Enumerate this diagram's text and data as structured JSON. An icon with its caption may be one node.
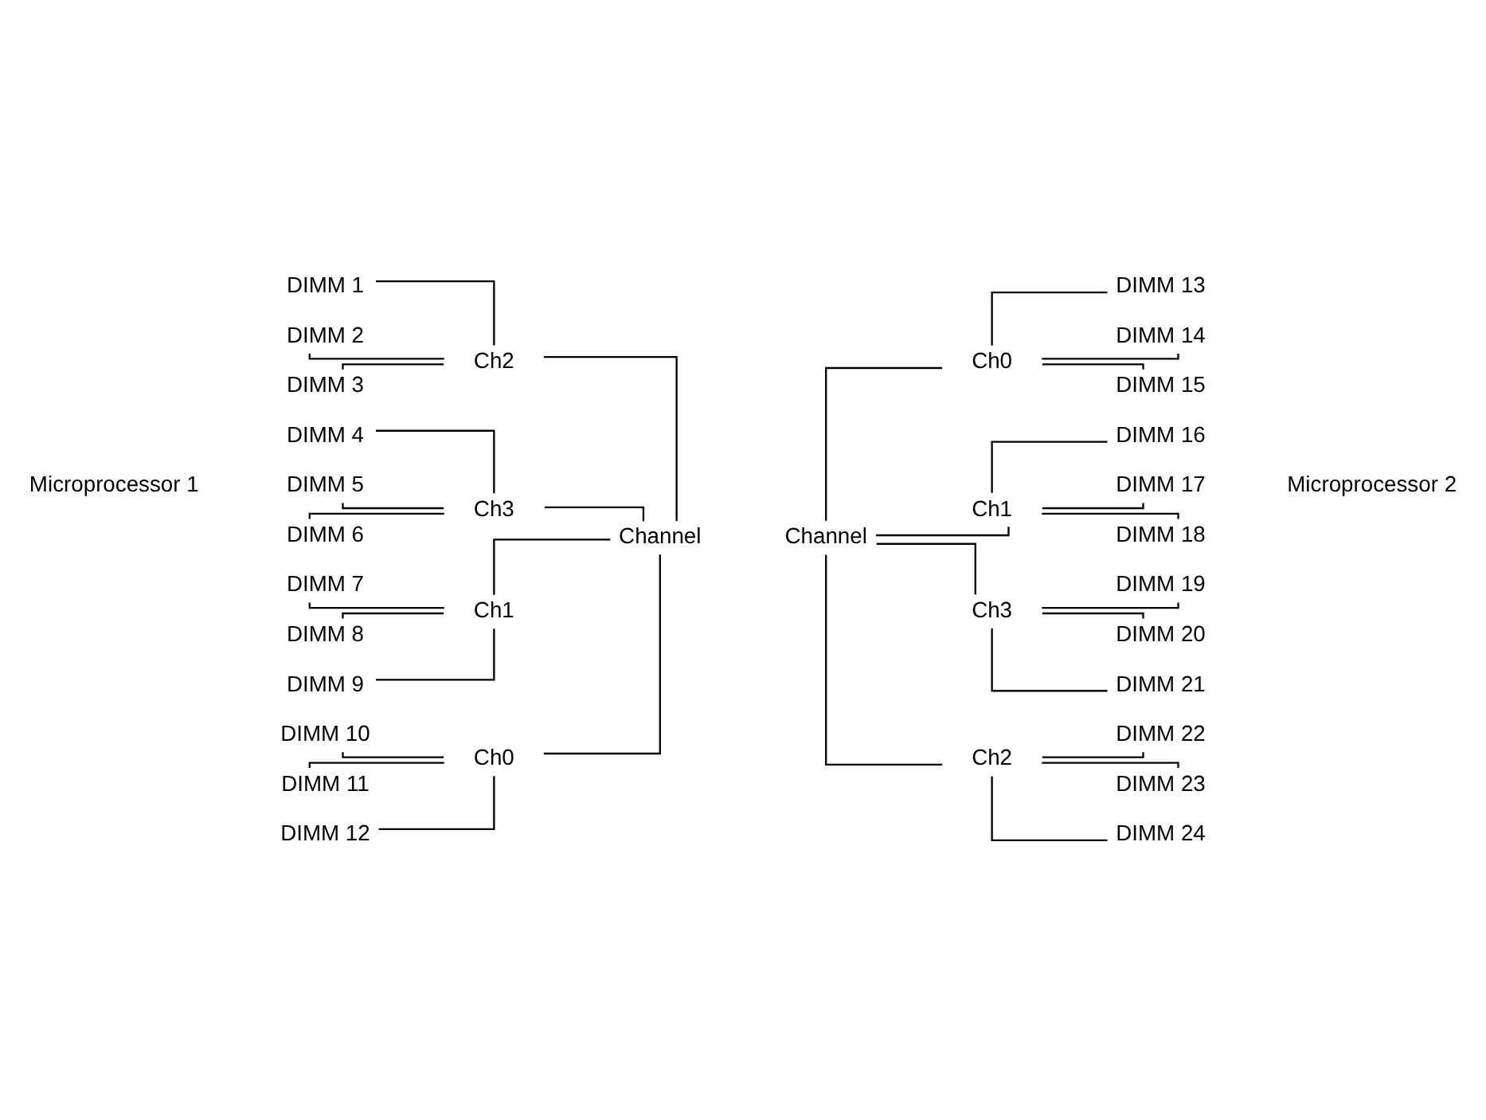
{
  "diagram": {
    "nodes": [
      {
        "text": [
          "Channel"
        ]
      },
      {
        "text": [
          "Ch2"
        ]
      },
      {
        "text": [
          "Ch3"
        ]
      },
      {
        "text": [
          "Ch1"
        ]
      },
      {
        "text": [
          "Ch0"
        ]
      },
      {
        "text": [
          "DIMM 1"
        ]
      },
      {
        "text": [
          "DIMM 2"
        ]
      },
      {
        "text": [
          "DIMM 3"
        ]
      },
      {
        "text": [
          "DIMM 4"
        ]
      },
      {
        "text": [
          "DIMM 5"
        ]
      },
      {
        "text": [
          "DIMM 6"
        ]
      },
      {
        "text": [
          "DIMM 7"
        ]
      },
      {
        "text": [
          "DIMM 8"
        ]
      },
      {
        "text": [
          "DIMM 9"
        ]
      },
      {
        "text": [
          "DIMM 10"
        ]
      },
      {
        "text": [
          "DIMM 11"
        ]
      },
      {
        "text": [
          "DIMM 12"
        ]
      },
      {
        "text": [
          "Channel"
        ]
      },
      {
        "text": [
          "Ch0"
        ]
      },
      {
        "text": [
          "Ch1"
        ]
      },
      {
        "text": [
          "Ch3"
        ]
      },
      {
        "text": [
          "Ch2"
        ]
      },
      {
        "text": [
          "DIMM 13"
        ]
      },
      {
        "text": [
          "DIMM 14"
        ]
      },
      {
        "text": [
          "DIMM 15"
        ]
      },
      {
        "text": [
          "DIMM 16"
        ]
      },
      {
        "text": [
          "DIMM 17"
        ]
      },
      {
        "text": [
          "DIMM 18"
        ]
      },
      {
        "text": [
          "DIMM 19"
        ]
      },
      {
        "text": [
          "DIMM 20"
        ]
      },
      {
        "text": [
          "DIMM 21"
        ]
      },
      {
        "text": [
          "DIMM 22"
        ]
      },
      {
        "text": [
          "DIMM 23"
        ]
      },
      {
        "text": [
          "DIMM 24"
        ]
      }
    ],
    "edges": [
      {
        "from": 5,
        "to": 1,
        "arrow": "none"
      },
      {
        "from": 6,
        "to": 1,
        "arrow": "none"
      },
      {
        "from": 7,
        "to": 1,
        "arrow": "none"
      },
      {
        "from": 8,
        "to": 2,
        "arrow": "none"
      },
      {
        "from": 9,
        "to": 2,
        "arrow": "none"
      },
      {
        "from": 10,
        "to": 2,
        "arrow": "none"
      },
      {
        "from": 11,
        "to": 3,
        "arrow": "none"
      },
      {
        "from": 12,
        "to": 3,
        "arrow": "none"
      },
      {
        "from": 13,
        "to": 3,
        "arrow": "none"
      },
      {
        "from": 14,
        "to": 4,
        "arrow": "none"
      },
      {
        "from": 15,
        "to": 4,
        "arrow": "none"
      },
      {
        "from": 16,
        "to": 4,
        "arrow": "none"
      },
      {
        "from": 1,
        "to": 0,
        "arrow": "none"
      },
      {
        "from": 2,
        "to": 0,
        "arrow": "none"
      },
      {
        "from": 3,
        "to": 0,
        "arrow": "none"
      },
      {
        "from": 4,
        "to": 0,
        "arrow": "none"
      },
      {
        "from": 17,
        "to": 18,
        "arrow": "none"
      },
      {
        "from": 17,
        "to": 19,
        "arrow": "none"
      },
      {
        "from": 17,
        "to": 20,
        "arrow": "none"
      },
      {
        "from": 17,
        "to": 21,
        "arrow": "none"
      },
      {
        "from": 18,
        "to": 22,
        "arrow": "none"
      },
      {
        "from": 18,
        "to": 23,
        "arrow": "none"
      },
      {
        "from": 18,
        "to": 24,
        "arrow": "none"
      },
      {
        "from": 19,
        "to": 25,
        "arrow": "none"
      },
      {
        "from": 19,
        "to": 26,
        "arrow": "none"
      },
      {
        "from": 19,
        "to": 27,
        "arrow": "none"
      },
      {
        "from": 20,
        "to": 28,
        "arrow": "none"
      },
      {
        "from": 20,
        "to": 29,
        "arrow": "none"
      },
      {
        "from": 20,
        "to": 30,
        "arrow": "none"
      },
      {
        "from": 21,
        "to": 31,
        "arrow": "none"
      },
      {
        "from": 21,
        "to": 32,
        "arrow": "none"
      },
      {
        "from": 21,
        "to": 33,
        "arrow": "none"
      }
    ],
    "labels": [
      "Microprocessor 1",
      "Microprocessor 2"
    ]
  }
}
